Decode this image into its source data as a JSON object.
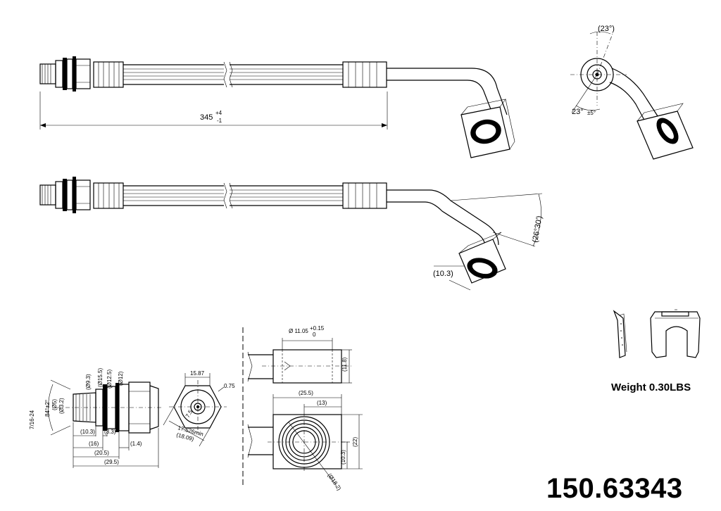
{
  "weight_label": "Weight 0.30LBS",
  "part_number": "150.63343",
  "dimensions": {
    "length_main": "345",
    "length_tol_plus": "+4",
    "length_tol_minus": "-1",
    "angle_top": "(23°)",
    "angle_side": "23°",
    "angle_side_tol": "±5°",
    "angle_bend": "(26°30')",
    "block_offset": "(10.3)",
    "fit_dia_93": "(Ø9.3)",
    "fit_dia_155": "(Ø15.5)",
    "fit_dia_125": "(Ø12.5)",
    "fit_dia_12": "(Ø12)",
    "fit_dia_5": "(Ø5)",
    "fit_dia_32": "(Ø3.2)",
    "fit_angle": "84°±2°",
    "fit_thread": "7/16-24",
    "fit_len_103": "(10.3)",
    "fit_len_33": "(3.3)",
    "fit_len_16": "(16)",
    "fit_len_14": "(1.4)",
    "fit_len_205": "(20.5)",
    "fit_len_295": "(29.5)",
    "hex_1587": "15.87",
    "hex_075": "0.75",
    "hex_75": "7.5",
    "hex_17526": "17.526min",
    "hex_1809": "(18.09)",
    "blk_bore": "Ø 11.05",
    "blk_bore_tol_plus": "+0.15",
    "blk_bore_tol_minus": "0",
    "blk_118": "(11.8)",
    "blk_255": "(25.5)",
    "blk_13": "(13)",
    "blk_22": "(22)",
    "blk_103": "(10.3)",
    "blk_182": "(Ø18.2)"
  }
}
